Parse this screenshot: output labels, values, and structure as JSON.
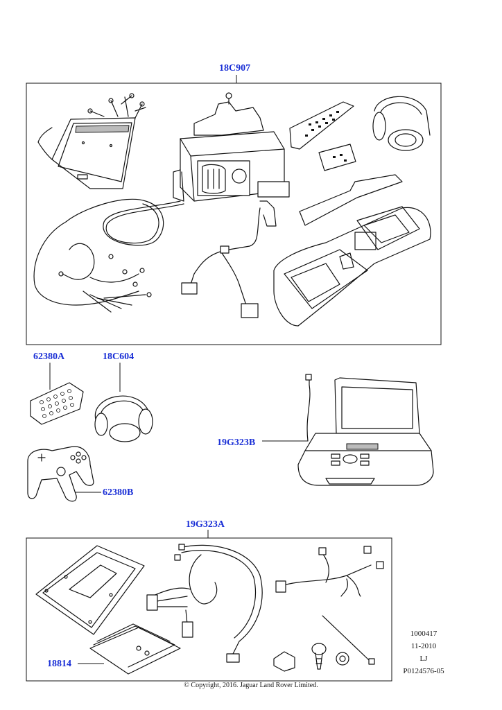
{
  "callouts": {
    "main_kit": "18C907",
    "dvd_remote": "62380A",
    "headphones": "18C604",
    "game_controller": "62380B",
    "screen_unit": "19G323B",
    "harness_kit": "19G323A",
    "instructions": "18814"
  },
  "reference": {
    "number": "1000417",
    "date": "11-2010",
    "code": "LJ",
    "illustration": "P0124576-05"
  },
  "copyright": "© Copyright, 2016. Jaguar Land Rover Limited.",
  "colors": {
    "callout_blue": "#1a2fd6"
  }
}
